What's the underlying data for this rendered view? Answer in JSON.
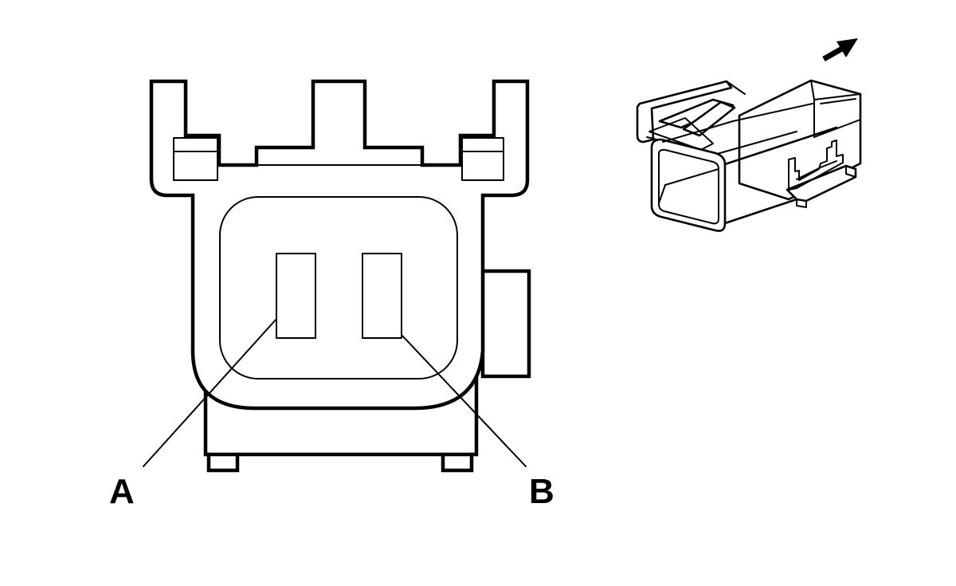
{
  "diagram": {
    "callouts": [
      {
        "id": "A",
        "label": "A"
      },
      {
        "id": "B",
        "label": "B"
      }
    ],
    "colors": {
      "line": "#000000",
      "background": "#ffffff"
    },
    "icons": [
      "direction-arrow-icon"
    ]
  }
}
